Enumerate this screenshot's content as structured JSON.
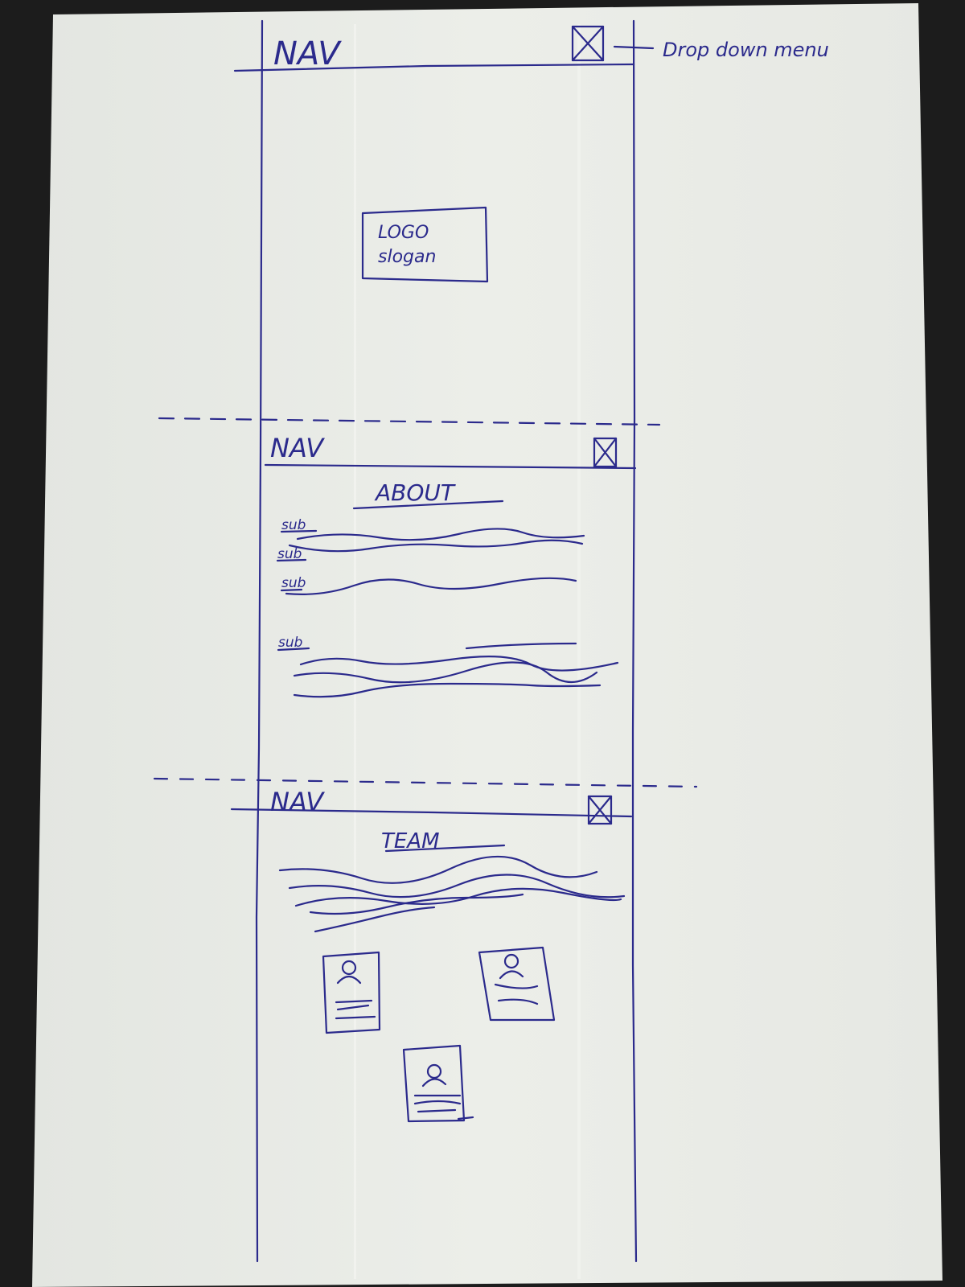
{
  "sketch": {
    "ink_color": "#2b2a8c",
    "paper_color": "#e9ebe6",
    "background_color": "#1c1c1c",
    "sections": [
      {
        "nav_label": "NAV",
        "annotation": "Drop down menu",
        "logo_label": "LOGO",
        "slogan_label": "slogan"
      },
      {
        "nav_label": "NAV",
        "heading": "ABOUT",
        "sub_labels": [
          "sub",
          "sub",
          "sub",
          "sub"
        ]
      },
      {
        "nav_label": "NAV",
        "heading": "TEAM",
        "team_card_count": 3
      }
    ]
  }
}
